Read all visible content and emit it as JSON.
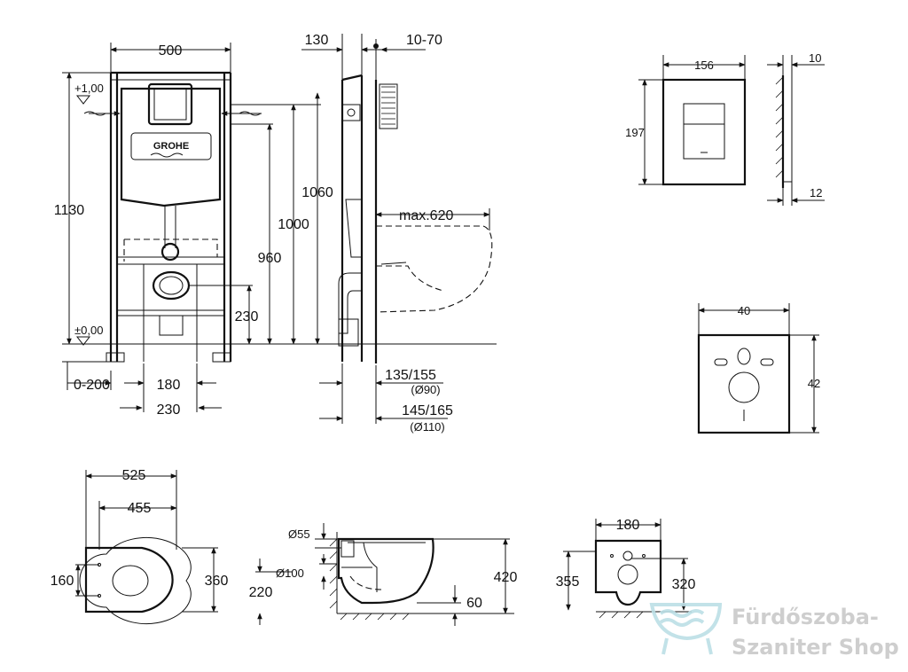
{
  "frame": {
    "width": "500",
    "height_total": "1130",
    "level_top": "+1,00",
    "level_floor": "±0,00",
    "h_1060": "1060",
    "h_1000": "1000",
    "h_960": "960",
    "h_230": "230",
    "offset": "0-200",
    "w_180": "180",
    "w_230": "230",
    "brand": "GROHE"
  },
  "side": {
    "depth_130": "130",
    "wall_10_70": "10-70",
    "max_620": "max.620",
    "d_135_155": "135/155",
    "d_90": "(Ø90)",
    "d_145_165": "145/165",
    "d_110": "(Ø110)"
  },
  "plate": {
    "width": "156",
    "height": "197",
    "thick": "10",
    "depth": "12"
  },
  "pad": {
    "width": "40",
    "height": "42"
  },
  "bowl_top": {
    "len_525": "525",
    "len_455": "455",
    "w_360": "360",
    "w_160": "160"
  },
  "bowl_side": {
    "d_55": "Ø55",
    "d_100": "Ø100",
    "h_220": "220",
    "h_420": "420",
    "h_60": "60"
  },
  "bowl_back": {
    "w_180": "180",
    "h_355": "355",
    "h_320": "320"
  },
  "watermark": {
    "line1": "Fürdőszoba-",
    "line2": "Szaniter Shop"
  }
}
